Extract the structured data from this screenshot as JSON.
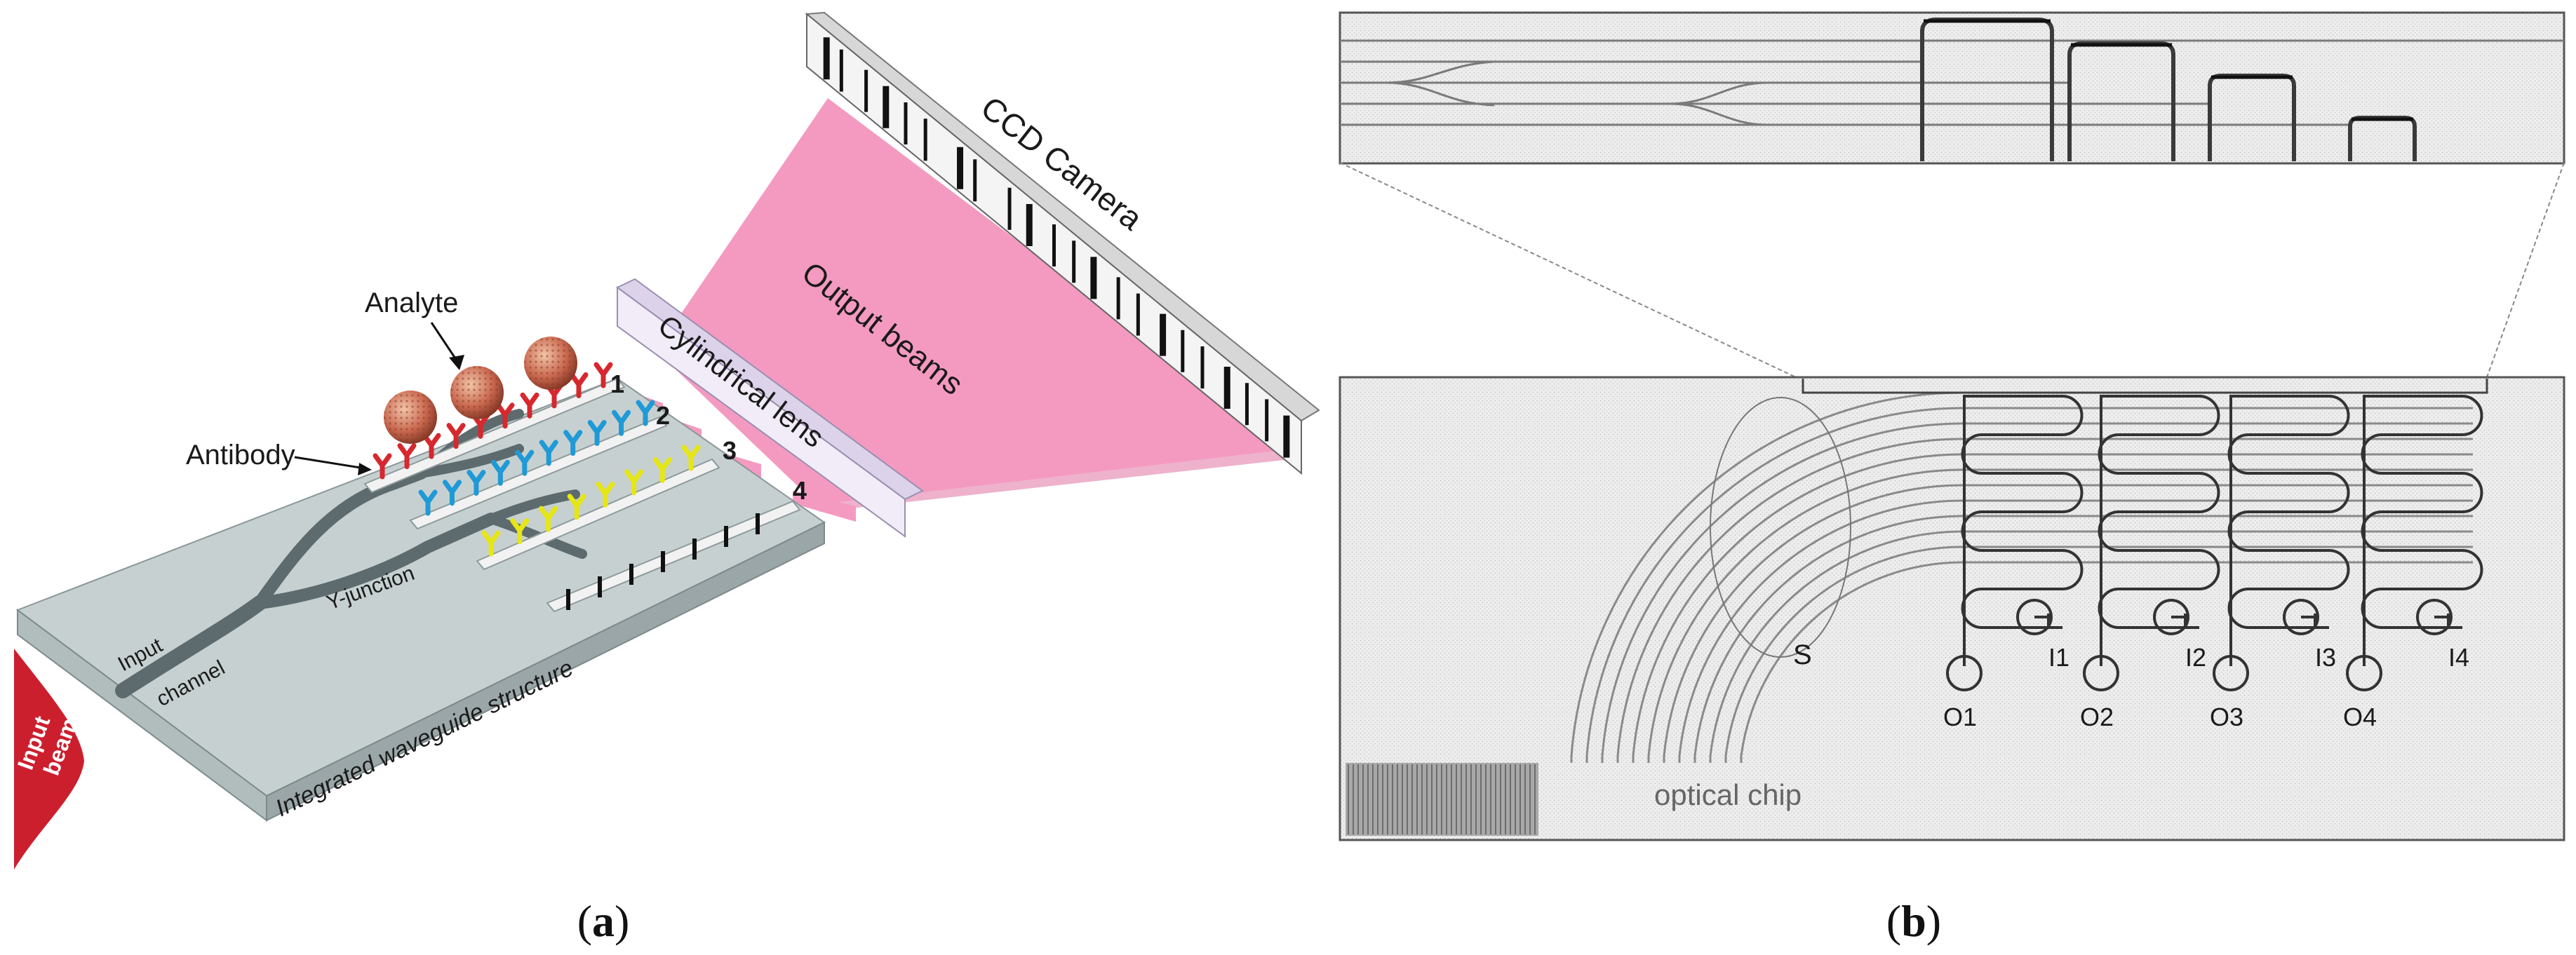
{
  "panel_a": {
    "caption_open": "(",
    "caption_letter": "a",
    "caption_close": ")",
    "labels": {
      "ccd_camera": "CCD Camera",
      "output_beams": "Output beams",
      "cylindrical_lens": "Cylindrical lens",
      "analyte": "Analyte",
      "antibody": "Antibody",
      "y_junction": "Y-junction",
      "input": "Input",
      "channel": "channel",
      "integrated_waveguide": "Integrated waveguide structure",
      "input_beam_1": "Input",
      "input_beam_2": "beam"
    },
    "channel_numbers": [
      "1",
      "2",
      "3",
      "4"
    ],
    "colors": {
      "beam_pink": "#f49ac1",
      "input_beam_red": "#cc1f2e",
      "antibody_red": "#d6282e",
      "antibody_blue": "#1f9ad6",
      "antibody_yellow": "#e6e615",
      "analyte": "#c8674e",
      "waveguide": "#5d6b6e",
      "chip_top": "#c5cfd0",
      "lens": "#ece6f4"
    }
  },
  "panel_b": {
    "caption_open": "(",
    "caption_letter": "b",
    "caption_close": ")",
    "labels": {
      "s": "S",
      "optical_chip": "optical chip"
    },
    "input_labels": [
      "I1",
      "I2",
      "I3",
      "I4"
    ],
    "output_labels": [
      "O1",
      "O2",
      "O3",
      "O4"
    ]
  }
}
